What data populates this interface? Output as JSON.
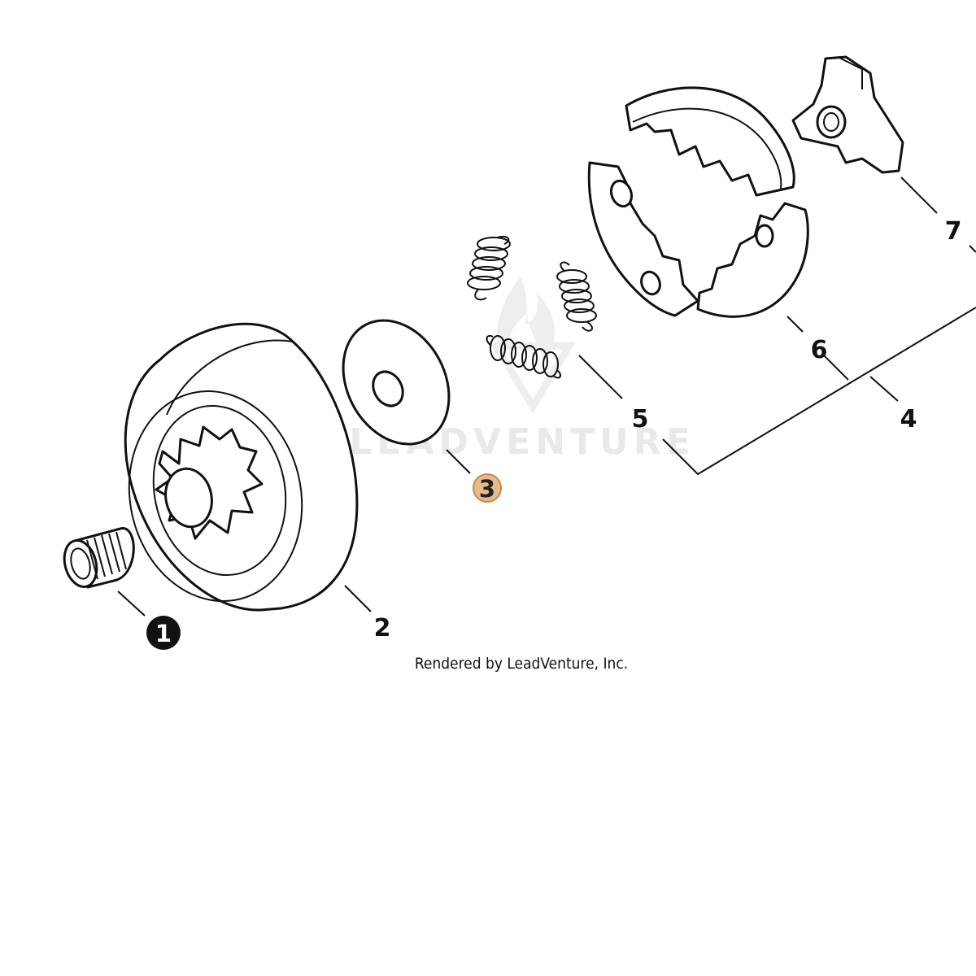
{
  "diagram": {
    "callouts": [
      {
        "id": "1",
        "label": "1",
        "style": "filled-dark"
      },
      {
        "id": "2",
        "label": "2",
        "style": "plain"
      },
      {
        "id": "3",
        "label": "3",
        "style": "highlighted"
      },
      {
        "id": "4",
        "label": "4",
        "style": "plain"
      },
      {
        "id": "5",
        "label": "5",
        "style": "plain"
      },
      {
        "id": "6",
        "label": "6",
        "style": "plain"
      },
      {
        "id": "7",
        "label": "7",
        "style": "plain"
      }
    ],
    "watermark": "LEADVENTURE",
    "credit": "Rendered by LeadVenture, Inc."
  },
  "colors": {
    "line": "#111111",
    "highlight_fill": "#e8b98c",
    "highlight_stroke": "#c9874a",
    "marker_dark": "#111111",
    "watermark": "#e6e6e6"
  }
}
